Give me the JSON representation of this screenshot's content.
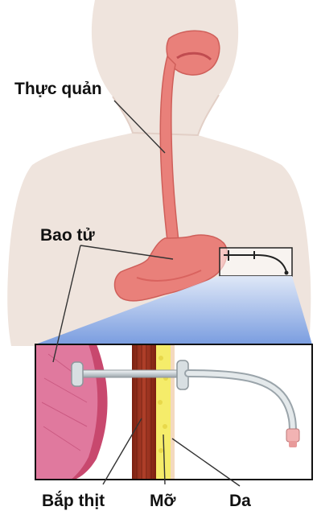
{
  "labels": {
    "esophagus": "Thực quản",
    "stomach": "Bao tử",
    "muscle": "Bắp thịt",
    "fat": "Mỡ",
    "skin": "Da"
  },
  "colors": {
    "body_skin": "#efe3dc",
    "organ": "#e9807a",
    "stomach_wall": "#d0527a",
    "muscle": "#8c2a14",
    "fat": "#f5ec6a",
    "callout_blue": "#8fb2ea",
    "tube": "#c7cfd4"
  }
}
